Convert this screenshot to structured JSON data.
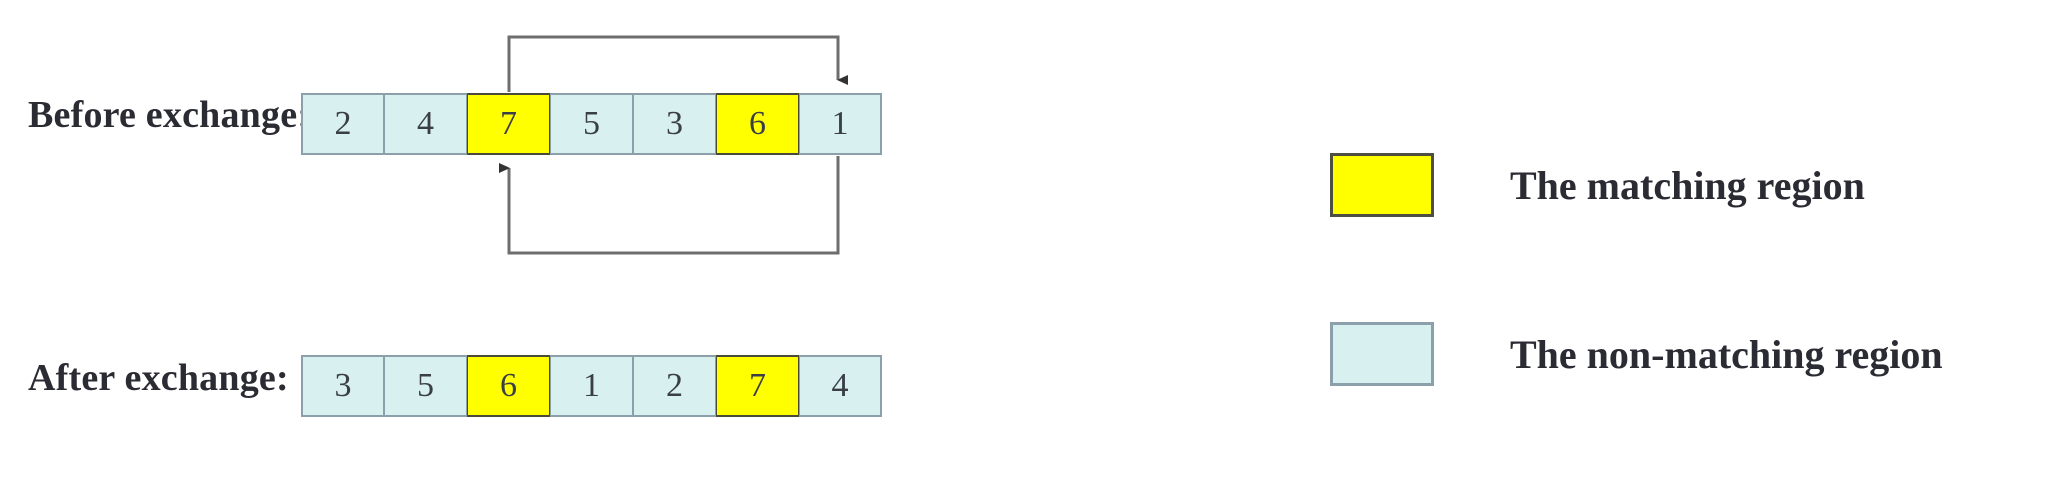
{
  "figure": {
    "type": "algorithm-exchange-diagram",
    "background": "#ffffff"
  },
  "colors": {
    "matching_fill": "#FFFF00",
    "matching_border": "#4C4F42",
    "nonmatching_fill": "#D8F0F0",
    "nonmatching_border": "#8BA0AB",
    "text": "#2B2B33",
    "cell_text": "#3A3F46",
    "arrow": "#6E6E6E",
    "arrow_head": "#333333"
  },
  "rows": [
    {
      "id": "before",
      "label": "Before exchange:",
      "cells": [
        {
          "value": "2",
          "state": "nonmatch"
        },
        {
          "value": "4",
          "state": "nonmatch"
        },
        {
          "value": "7",
          "state": "match"
        },
        {
          "value": "5",
          "state": "nonmatch"
        },
        {
          "value": "3",
          "state": "nonmatch"
        },
        {
          "value": "6",
          "state": "match"
        },
        {
          "value": "1",
          "state": "nonmatch"
        }
      ]
    },
    {
      "id": "after",
      "label": "After exchange:",
      "cells": [
        {
          "value": "3",
          "state": "nonmatch"
        },
        {
          "value": "5",
          "state": "nonmatch"
        },
        {
          "value": "6",
          "state": "match"
        },
        {
          "value": "1",
          "state": "nonmatch"
        },
        {
          "value": "2",
          "state": "nonmatch"
        },
        {
          "value": "7",
          "state": "match"
        },
        {
          "value": "4",
          "state": "nonmatch"
        }
      ]
    }
  ],
  "arrows": [
    {
      "id": "top-arrow",
      "description": "from index 2 (value 7) upward, across, down into index 5 (value 6)",
      "from_index": 2,
      "to_index": 5,
      "direction": "top"
    },
    {
      "id": "bottom-arrow",
      "description": "from index 5 (value 6) downward, across, up into index 2 (value 7)",
      "from_index": 5,
      "to_index": 2,
      "direction": "bottom"
    }
  ],
  "legend": {
    "items": [
      {
        "id": "matching",
        "swatch": "matching_fill",
        "label": "The matching region"
      },
      {
        "id": "nonmatching",
        "swatch": "nonmatching_fill",
        "label": "The non-matching region"
      }
    ]
  }
}
